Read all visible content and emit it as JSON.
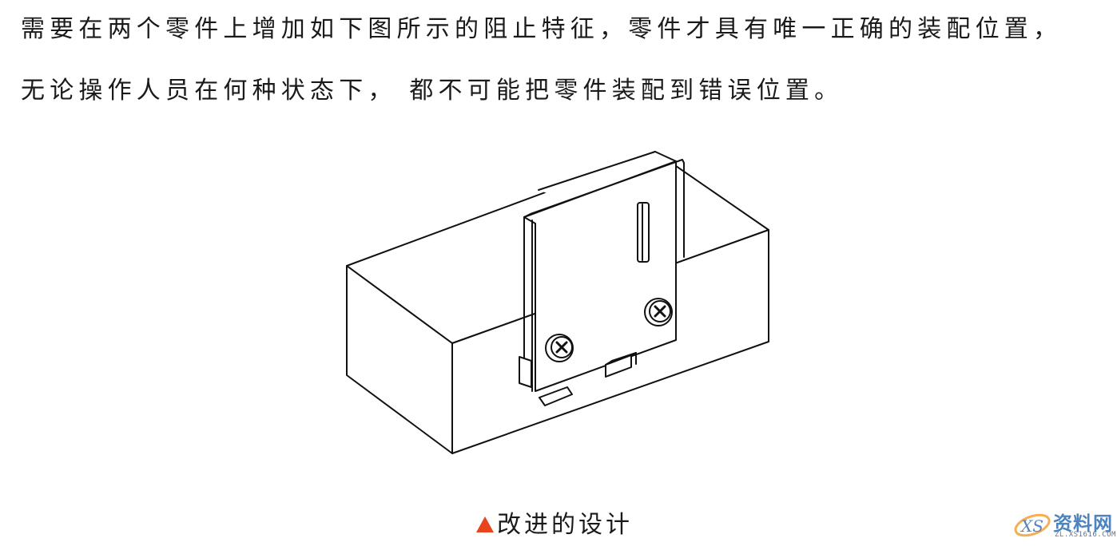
{
  "document": {
    "paragraph": {
      "line1": "需要在两个零件上增加如下图所示的阻止特征，零件才具有唯一正确的装配位置，",
      "line2": "无论操作人员在何种状态下，  都不可能把零件装配到错误位置。"
    },
    "figure": {
      "description": "isometric line drawing of a rectangular block with a vertical plate mounted by two screws and small blocking features",
      "caption_marker": "▲",
      "caption_marker_color": "#e8451e",
      "caption": "改进的设计"
    },
    "watermark": {
      "logo_text": "XS",
      "title": "资料网",
      "url": "ZL.XS1616.COM"
    }
  }
}
